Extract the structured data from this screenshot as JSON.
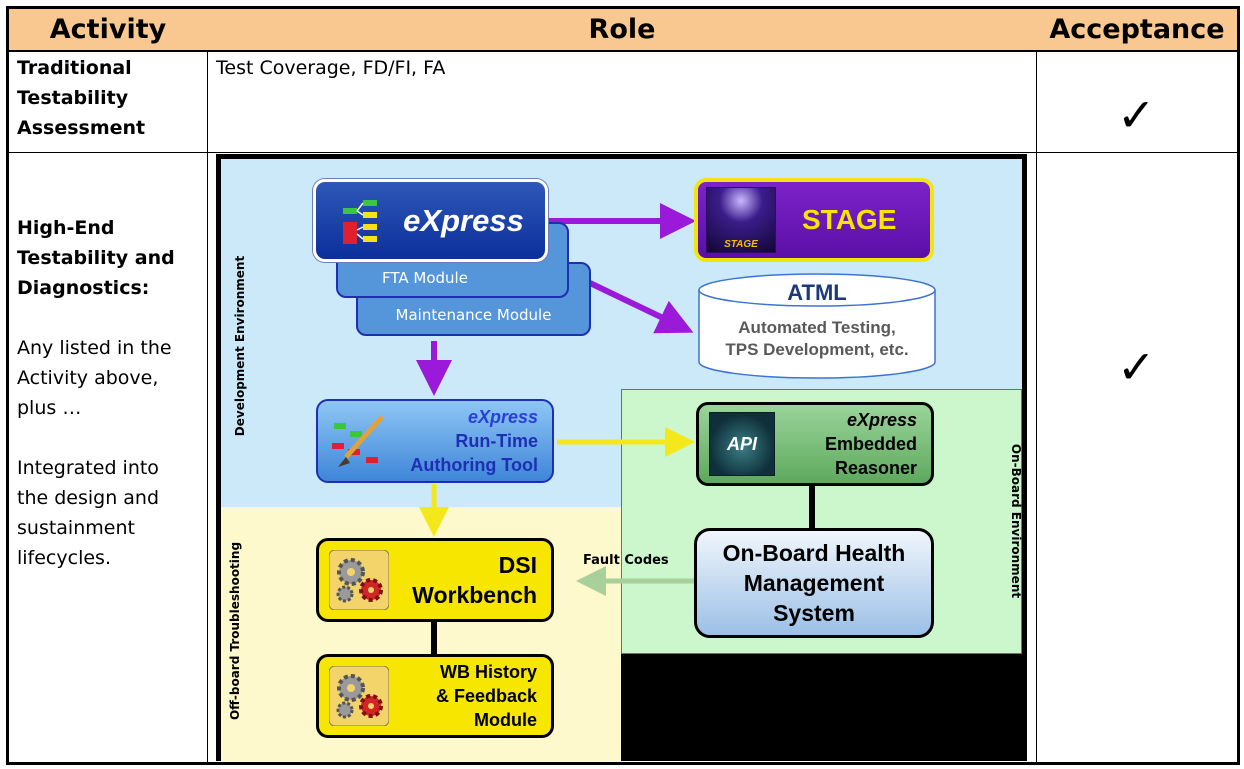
{
  "table": {
    "headers": [
      "Activity",
      "Role",
      "Acceptance"
    ],
    "row1": {
      "activity_lines": [
        "Traditional",
        "Testability",
        "Assessment"
      ],
      "role": "Test Coverage, FD/FI, FA",
      "acceptance": "✓"
    },
    "row2": {
      "activity_bold_lines": [
        "High-End",
        "Testability and",
        "Diagnostics:"
      ],
      "activity_lines": [
        "Any listed in the",
        "Activity above,",
        "plus …"
      ],
      "activity_lines2": [
        "Integrated into",
        "the design and",
        "sustainment",
        "lifecycles."
      ],
      "acceptance": "✓"
    }
  },
  "diagram": {
    "regions": {
      "development": "Development Environment",
      "offboard": "Off-board Troubleshooting",
      "onboard": "On-Board Environment"
    },
    "express": "eXpress",
    "fta_module": "FTA Module",
    "maintenance_module": "Maintenance Module",
    "stage": "STAGE",
    "stage_icon_text": "STAGE",
    "atml": {
      "title": "ATML",
      "lines": [
        "Automated Testing,",
        "TPS Development, etc."
      ]
    },
    "runtime_tool": [
      "eXpress",
      "Run-Time",
      "Authoring Tool"
    ],
    "reasoner": [
      "eXpress",
      "Embedded",
      "Reasoner"
    ],
    "api_icon": "API",
    "dsi_workbench": [
      "DSI",
      "Workbench"
    ],
    "onboard_health": [
      "On-Board Health",
      "Management",
      "System"
    ],
    "fault_codes": "Fault Codes",
    "wb_history": [
      "WB History",
      "& Feedback",
      "Module"
    ],
    "colors": {
      "dev_bg": "#cce9f9",
      "offboard_bg": "#fdf9cc",
      "onboard_bg": "#ccf7cc",
      "purple_arrow": "#9b1ad9",
      "yellow_arrow": "#f7ee14",
      "stage_purple": "#6a17b5",
      "dsi_yellow": "#f6e600"
    }
  }
}
